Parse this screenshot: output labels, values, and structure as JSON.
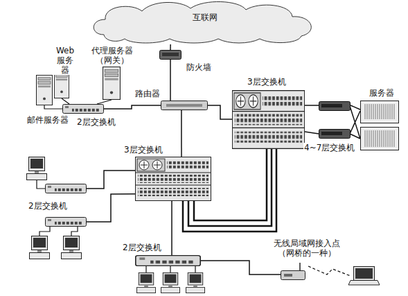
{
  "diagram": {
    "nodes": [
      {
        "text": [
          "互联网"
        ]
      },
      {
        "text": [
          "Web 服务器"
        ]
      },
      {
        "text": [
          "代理服务器 （网关）"
        ]
      },
      {
        "text": [
          "防火墙"
        ]
      },
      {
        "text": [
          "路由器"
        ]
      },
      {
        "text": [
          "3层交换机"
        ]
      },
      {
        "text": [
          "服务器"
        ]
      },
      {
        "text": [
          "邮件服务器"
        ]
      },
      {
        "text": [
          "2层交换机"
        ]
      },
      {
        "text": [
          "3层交换机"
        ]
      },
      {
        "text": [
          "4~7层交换机"
        ]
      },
      {
        "text": [
          "2层交换机"
        ]
      },
      {
        "text": [
          "2层交换机"
        ]
      },
      {
        "text": [
          "无线局域网接入点 （网桥的一种）"
        ]
      }
    ],
    "edges": [
      {
        "from": 3,
        "to": 0,
        "arrow": "none"
      },
      {
        "from": 3,
        "to": 4,
        "arrow": "none"
      },
      {
        "from": 4,
        "to": 8,
        "arrow": "none"
      },
      {
        "from": 4,
        "to": 5,
        "arrow": "none"
      },
      {
        "from": 4,
        "to": 9,
        "arrow": "none"
      },
      {
        "from": 5,
        "to": 10,
        "arrow": "none"
      },
      {
        "from": 10,
        "to": 6,
        "arrow": "none"
      },
      {
        "from": 9,
        "to": 5,
        "arrow": "none"
      },
      {
        "from": 9,
        "to": 11,
        "arrow": "none"
      },
      {
        "from": 9,
        "to": 12,
        "arrow": "none"
      },
      {
        "from": 12,
        "to": 13,
        "arrow": "none"
      },
      {
        "from": 8,
        "to": 1,
        "arrow": "none"
      },
      {
        "from": 8,
        "to": 2,
        "arrow": "none"
      },
      {
        "from": 8,
        "to": 7,
        "arrow": "none"
      }
    ]
  }
}
